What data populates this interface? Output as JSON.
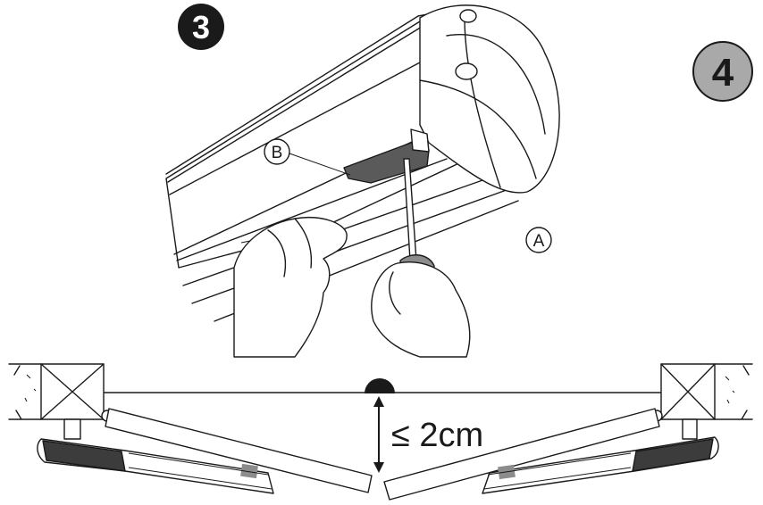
{
  "steps": {
    "step_3": {
      "label": "3"
    },
    "step_4": {
      "label": "4"
    }
  },
  "callouts": {
    "a": "A",
    "b": "B"
  },
  "measurement": {
    "text": "≤ 2cm"
  },
  "colors": {
    "ink": "#1a1a1a",
    "step3_badge": "#1a1a1a",
    "step4_badge": "#a9a9a9",
    "accent_grey": "#8c8c8c"
  }
}
